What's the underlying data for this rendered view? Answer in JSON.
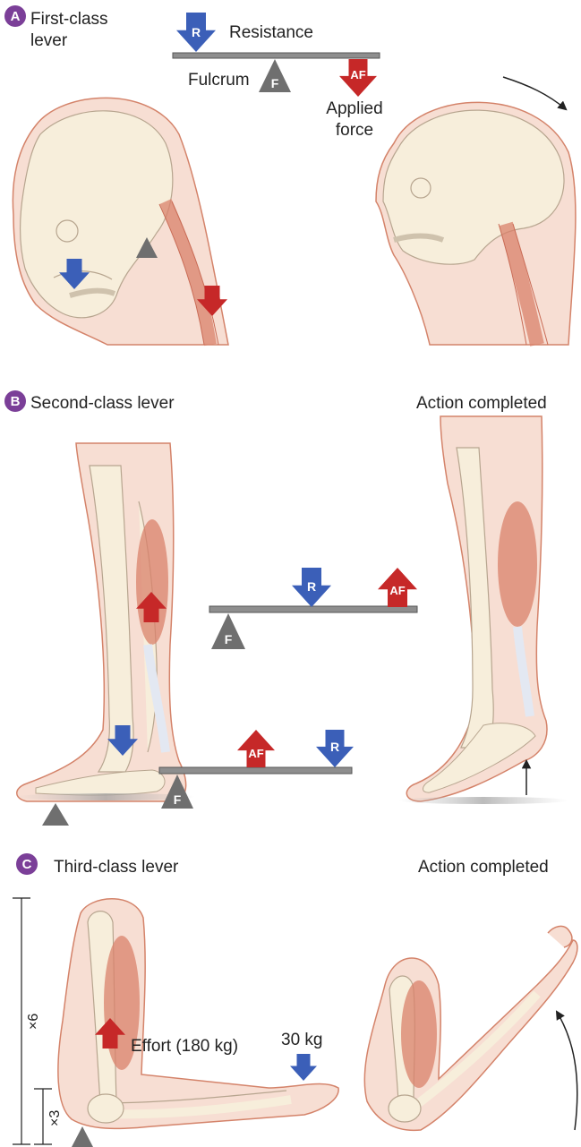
{
  "panels": {
    "a": {
      "badge": "A",
      "title_line1": "First-class",
      "title_line2": "lever",
      "resistance": "Resistance",
      "fulcrum": "Fulcrum",
      "applied_line1": "Applied",
      "applied_line2": "force"
    },
    "b": {
      "badge": "B",
      "title": "Second-class lever",
      "completed": "Action completed"
    },
    "c": {
      "badge": "C",
      "title": "Third-class lever",
      "completed": "Action completed",
      "effort": "Effort (180 kg)",
      "weight": "30 kg",
      "ratio_long": "×6",
      "ratio_short": "×3"
    }
  },
  "arrow_letters": {
    "resistance": "R",
    "applied_force": "AF",
    "fulcrum": "F"
  },
  "icons": [
    "resistance-arrow-icon",
    "applied-force-arrow-icon",
    "fulcrum-triangle-icon",
    "rotation-arrow-icon"
  ],
  "colors": {
    "badge": "#7b3f98",
    "resistance_blue": "#3b5fb8",
    "force_red": "#c62828",
    "fulcrum_gray": "#6f6f6f",
    "beam": "#8e8e8e",
    "bone": "#f7eedb",
    "skin": "#f7ded3",
    "skin_outline": "#d4836a",
    "muscle": "#d9826b"
  }
}
